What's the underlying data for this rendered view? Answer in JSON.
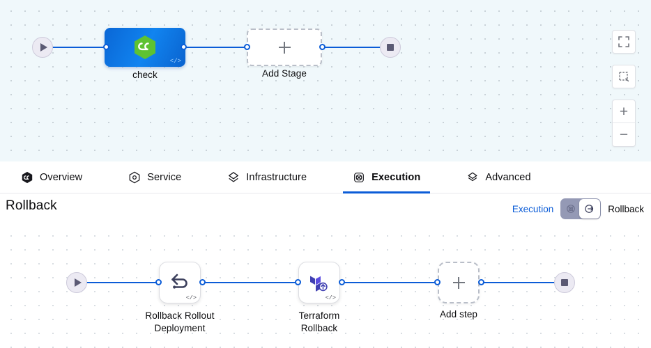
{
  "top_canvas": {
    "start_node": {
      "icon": "play-icon",
      "name": "pipeline-start"
    },
    "end_node": {
      "icon": "stop-icon",
      "name": "pipeline-end"
    },
    "stages": [
      {
        "label": "check",
        "icon": "harness-hexagon-icon",
        "badge": "</>",
        "type": "stage"
      },
      {
        "label": "Add Stage",
        "icon": "plus-icon",
        "type": "add"
      }
    ],
    "controls": [
      {
        "name": "fit-to-screen-button",
        "icon": "expand-icon"
      },
      {
        "name": "select-area-button",
        "icon": "dashed-square-icon"
      },
      {
        "name": "zoom-in-button",
        "icon": "plus-icon",
        "label": "+"
      },
      {
        "name": "zoom-out-button",
        "icon": "minus-icon",
        "label": "−"
      }
    ]
  },
  "tabs": [
    {
      "label": "Overview",
      "icon": "harness-hexagon-icon",
      "active": false
    },
    {
      "label": "Service",
      "icon": "service-hexagon-icon",
      "active": false
    },
    {
      "label": "Infrastructure",
      "icon": "infrastructure-layers-icon",
      "active": false
    },
    {
      "label": "Execution",
      "icon": "execution-icon",
      "active": true
    },
    {
      "label": "Advanced",
      "icon": "advanced-layers-icon",
      "active": false
    }
  ],
  "rollback_section": {
    "title": "Rollback",
    "toggle": {
      "left_label": "Execution",
      "right_label": "Rollback",
      "selected": "Rollback",
      "left_icon": "execution-icon",
      "right_icon": "rollback-arrow-icon"
    }
  },
  "bottom_canvas": {
    "start_node": {
      "icon": "play-icon",
      "name": "rollback-start"
    },
    "end_node": {
      "icon": "stop-icon",
      "name": "rollback-end"
    },
    "steps": [
      {
        "label": "Rollback Rollout\nDeployment",
        "icon": "undo-arrow-icon",
        "badge": "</>",
        "type": "step"
      },
      {
        "label": "Terraform\nRollback",
        "icon": "terraform-icon",
        "badge": "</>",
        "type": "step"
      },
      {
        "label": "Add step",
        "icon": "plus-icon",
        "type": "add"
      }
    ]
  },
  "colors": {
    "accent_blue": "#0b5cd7",
    "stage_blue": "#1184f0",
    "harness_green": "#5ec232",
    "terraform_purple": "#4040b2",
    "canvas_top_bg": "#f0f8fb",
    "canvas_bottom_bg": "#ffffff",
    "terminal_fill": "#eceaf3",
    "toggle_track": "#9499b5"
  }
}
